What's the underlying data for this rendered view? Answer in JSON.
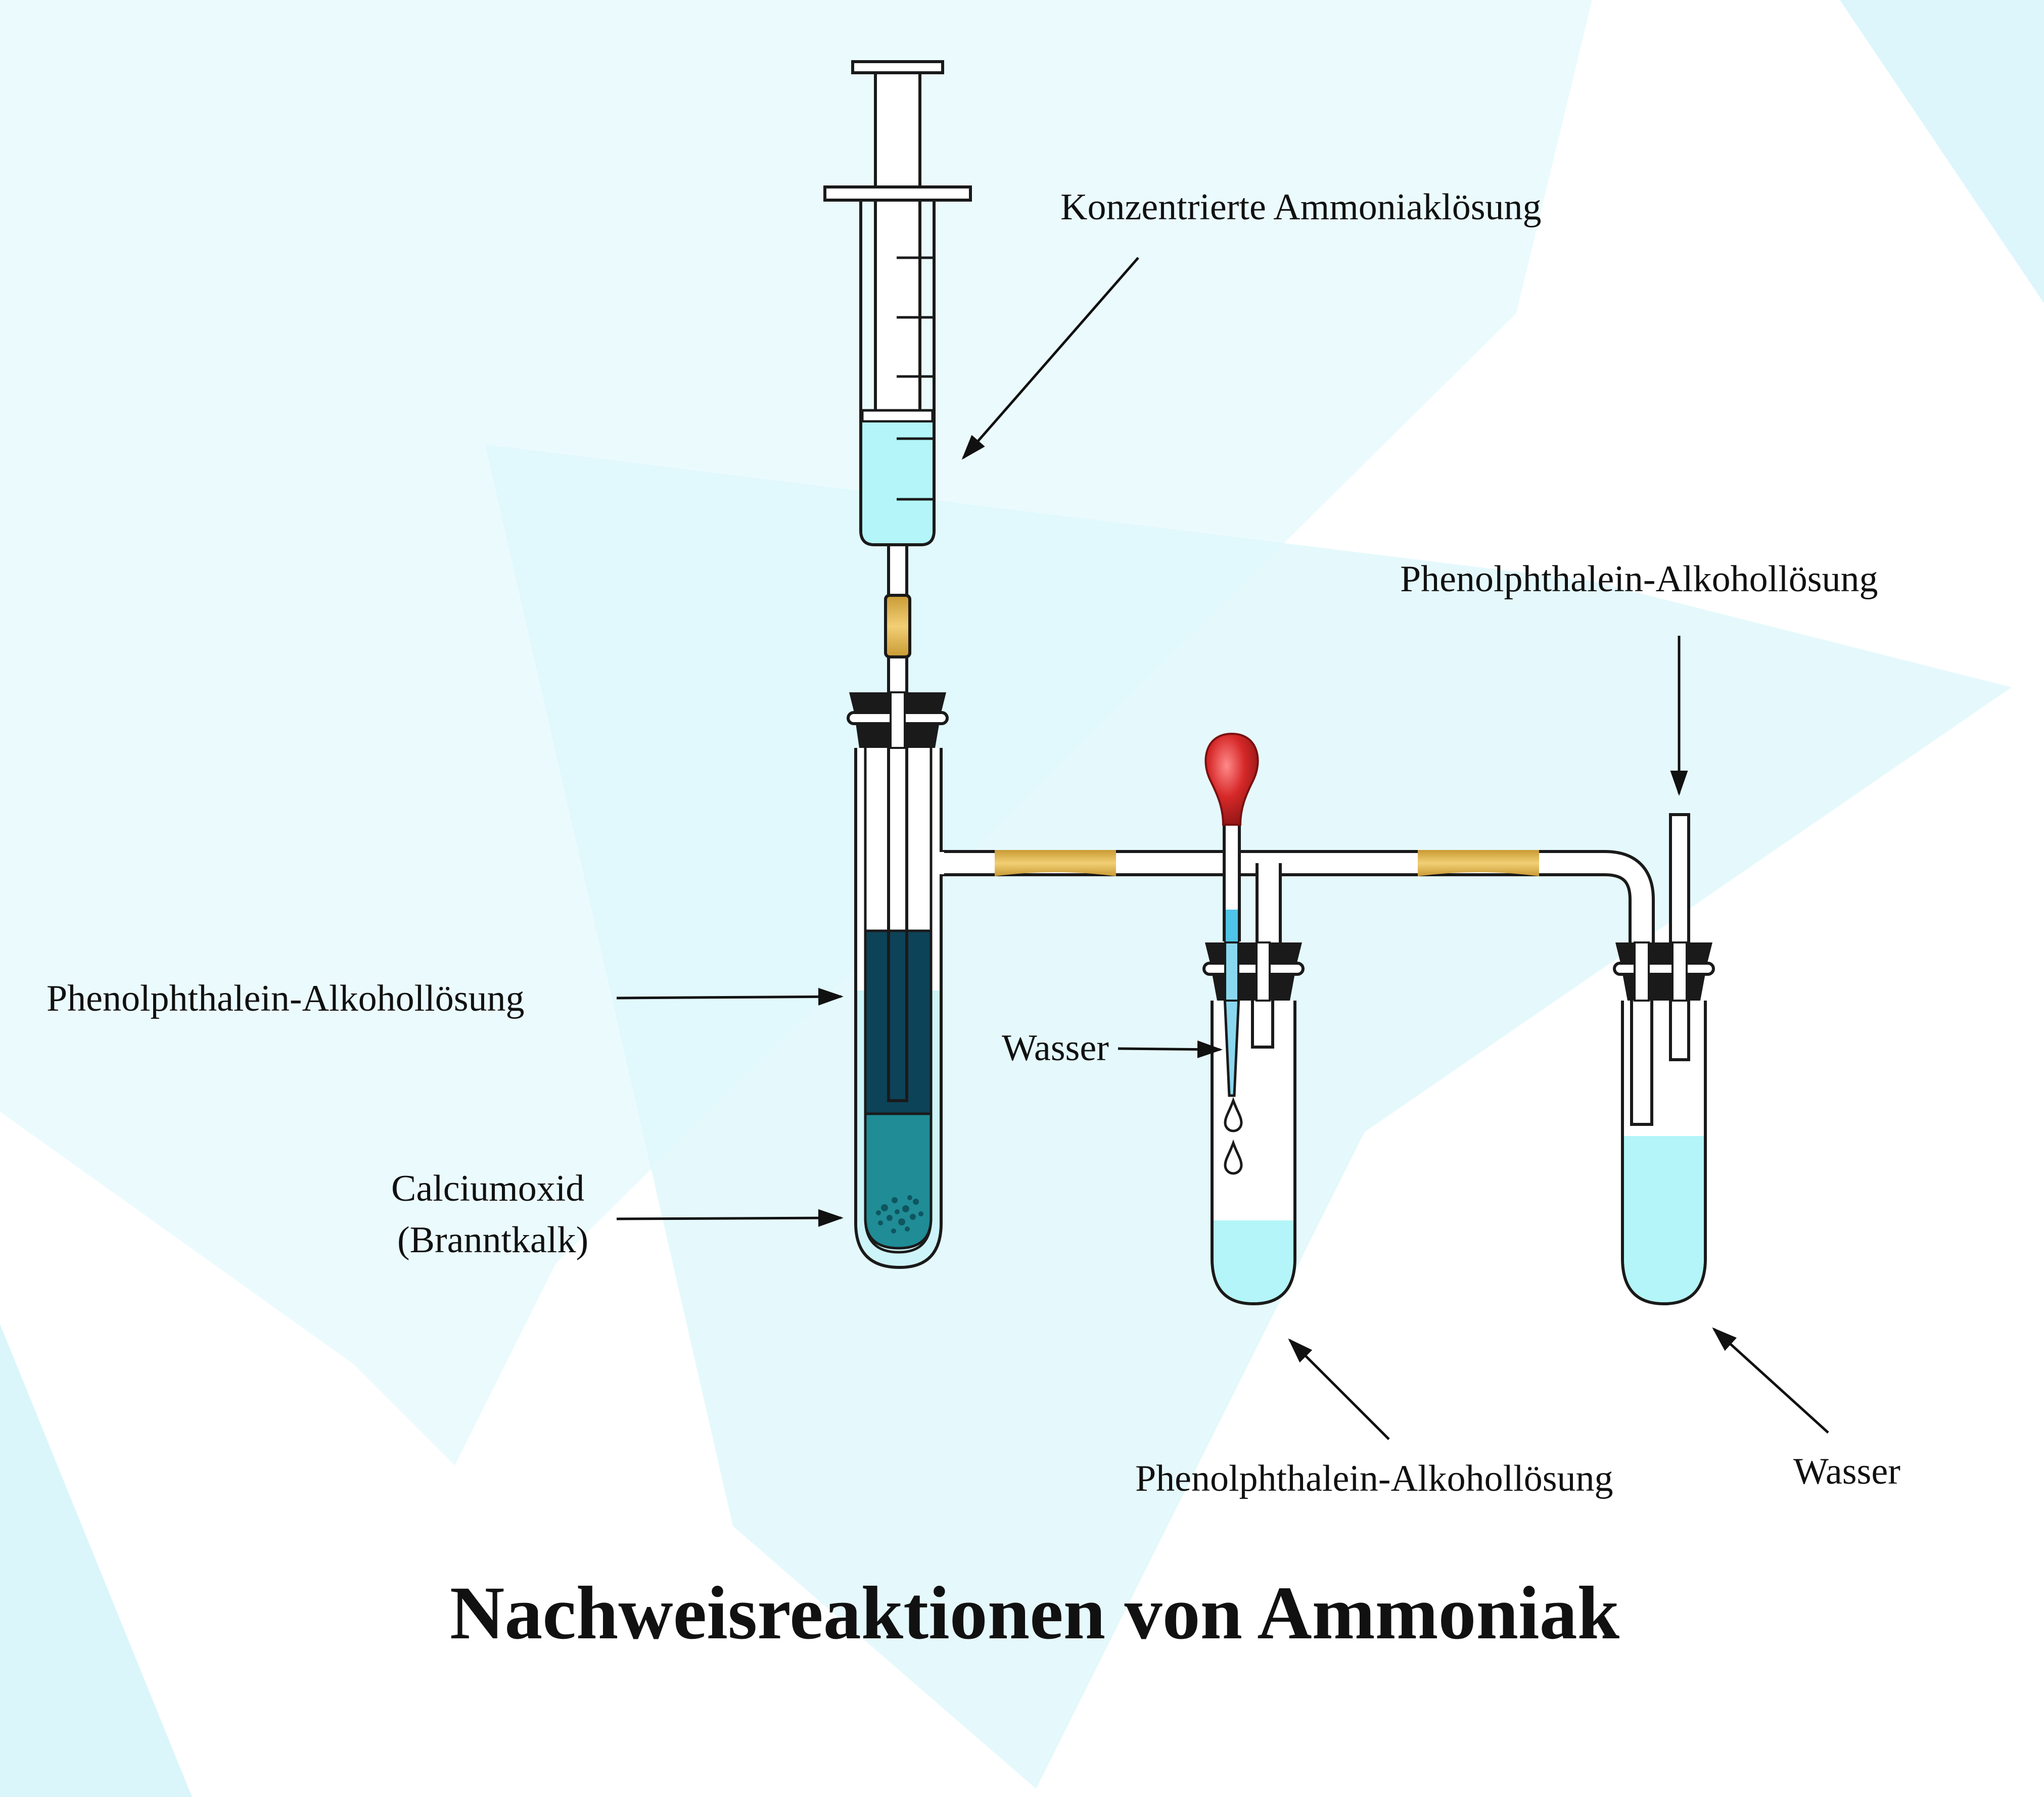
{
  "title": "Nachweisreaktionen von Ammoniak",
  "labels": {
    "ammonia_solution": "Konzentrierte Ammoniaklösung",
    "phenol_top_right": "Phenolphthalein-Alkohollösung",
    "phenol_left": "Phenolphthalein-Alkohollösung",
    "water_dropper": "Wasser",
    "calcium_oxide_line1": "Calciumoxid",
    "calcium_oxide_line2": "(Branntkalk)",
    "phenol_bottom": "Phenolphthalein-Alkohollösung",
    "water_bottom": "Wasser"
  },
  "colors": {
    "light_blue_liquid": "#b3f5f8",
    "dark_solution": "#0d4358",
    "teal_solution": "#1f8c96",
    "stopper": "#1a1a1a",
    "tubing": "#e0b34a",
    "rubber_bulb": "#c82525",
    "background_shapes": "#e3f9fc"
  }
}
